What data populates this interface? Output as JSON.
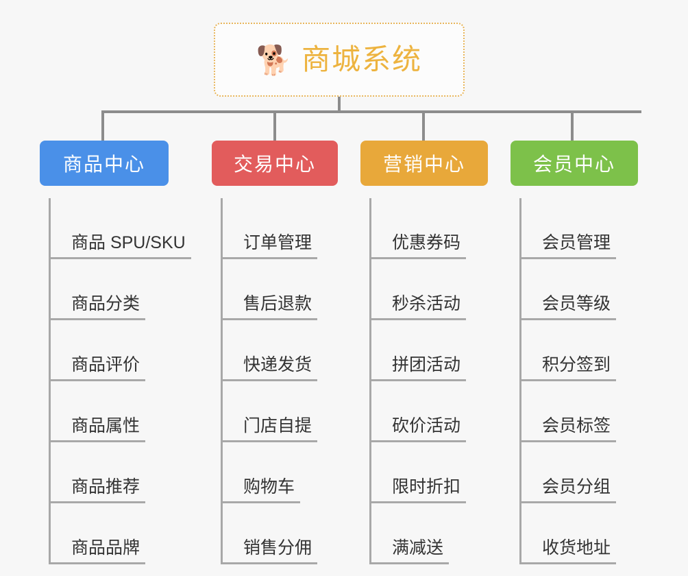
{
  "root": {
    "icon": "shiba-dog-emoji",
    "icon_glyph": "🐕",
    "title": "商城系统",
    "title_color": "#edb33f",
    "border_color": "#e8b55a"
  },
  "columns": [
    {
      "header": "商品中心",
      "color": "#4a90e8",
      "items": [
        "商品 SPU/SKU",
        "商品分类",
        "商品评价",
        "商品属性",
        "商品推荐",
        "商品品牌"
      ]
    },
    {
      "header": "交易中心",
      "color": "#e25c5c",
      "items": [
        "订单管理",
        "售后退款",
        "快递发货",
        "门店自提",
        "购物车",
        "销售分佣"
      ]
    },
    {
      "header": "营销中心",
      "color": "#e8a83a",
      "items": [
        "优惠券码",
        "秒杀活动",
        "拼团活动",
        "砍价活动",
        "限时折扣",
        "满减送"
      ]
    },
    {
      "header": "会员中心",
      "color": "#7dc14a",
      "items": [
        "会员管理",
        "会员等级",
        "积分签到",
        "会员标签",
        "会员分组",
        "收货地址"
      ]
    }
  ],
  "theme": {
    "background": "#f7f7f7",
    "connector_color": "#8c8c8c",
    "item_line_color": "#a8a8a8",
    "item_text_color": "#333333"
  }
}
